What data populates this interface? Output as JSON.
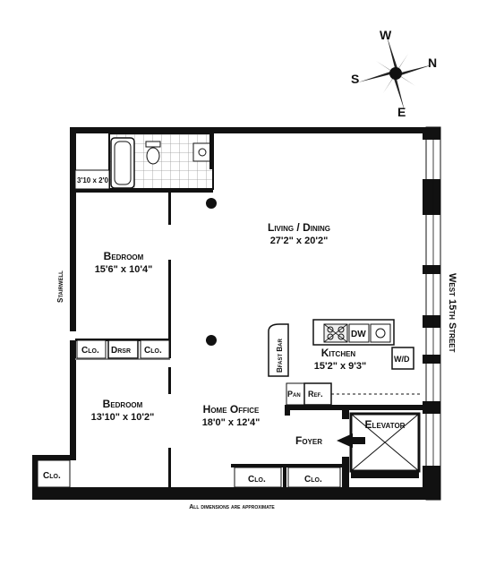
{
  "compass": {
    "n": "N",
    "s": "S",
    "e": "E",
    "w": "W"
  },
  "rooms": {
    "living": {
      "name": "Living / Dining",
      "dims": "27'2\" x 20'2\""
    },
    "bedroom1": {
      "name": "Bedroom",
      "dims": "15'6\" x 10'4\""
    },
    "bedroom2": {
      "name": "Bedroom",
      "dims": "13'10\" x 10'2\""
    },
    "office": {
      "name": "Home Office",
      "dims": "18'0\" x 12'4\""
    },
    "kitchen": {
      "name": "Kitchen",
      "dims": "15'2\" x 9'3\""
    },
    "foyer": {
      "name": "Foyer"
    },
    "elevator": {
      "name": "Elevator"
    }
  },
  "small_labels": {
    "closet_dims": "3'10 x 2'0",
    "closet": "Clo.",
    "dresser": "Drsr",
    "dishwasher": "DW",
    "washer_dryer": "W/D",
    "pantry": "Pan",
    "refrigerator": "Ref.",
    "breakfast_bar": "Bfast Bar",
    "stairwell": "Stairwell",
    "street": "West 15th Street"
  },
  "footer_note": "All dimensions are approximate"
}
